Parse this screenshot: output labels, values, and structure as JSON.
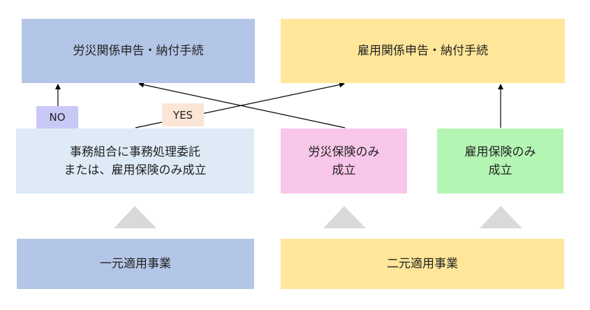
{
  "top_boxes": {
    "left": {
      "label": "労災関係申告・納付手続",
      "color": "#b4c6e7"
    },
    "right": {
      "label": "雇用関係申告・納付手続",
      "color": "#ffe699"
    }
  },
  "middle_boxes": {
    "jimu": {
      "line1": "事務組合に事務処理委託",
      "line2": "または、雇用保険のみ成立",
      "color": "#deebf7"
    },
    "rousai_only": {
      "line1": "労災保険のみ",
      "line2": "成立",
      "color": "#f8c6e8"
    },
    "koyou_only": {
      "line1": "雇用保険のみ",
      "line2": "成立",
      "color": "#b4f5b4"
    }
  },
  "tags": {
    "no": {
      "label": "NO",
      "color": "#c9c9f7"
    },
    "yes": {
      "label": "YES",
      "color": "#fbe5d6"
    }
  },
  "bottom_boxes": {
    "left": {
      "label": "一元適用事業",
      "color": "#b4c6e7"
    },
    "right": {
      "label": "二元適用事業",
      "color": "#ffe699"
    }
  },
  "colors": {
    "arrow": "#000000",
    "triangle": "#d9d9d9"
  }
}
